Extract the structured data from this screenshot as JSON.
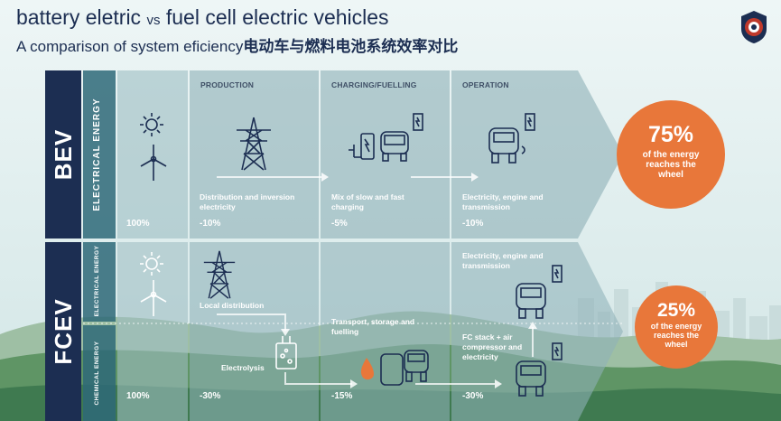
{
  "header": {
    "title_main": "battery eletric ",
    "title_vs": "vs",
    "title_rest": " fuel cell electric vehicles",
    "subtitle_en": "A comparison of system eficiency",
    "subtitle_zh": "电动车与燃料电池系统效率对比"
  },
  "columns": {
    "production": "PRODUCTION",
    "charging": "CHARGING/FUELLING",
    "operation": "OPERATION"
  },
  "bev": {
    "label": "BEV",
    "energy_label": "ELECTRICAL ENERGY",
    "start_pct": "100%",
    "production_text": "Distribution and inversion electricity",
    "production_pct": "-10%",
    "charging_text": "Mix of slow and fast charging",
    "charging_pct": "-5%",
    "operation_text": "Electricity, engine and transmission",
    "operation_pct": "-10%",
    "result_pct": "75%",
    "result_text": "of the energy reaches the wheel"
  },
  "fcev": {
    "label": "FCEV",
    "electrical_label": "ELECTRICAL ENERGY",
    "chemical_label": "CHEMICAL ENERGY",
    "start_pct": "100%",
    "local_text": "Local distribution",
    "electrolysis_text": "Electrolysis",
    "production_pct": "-30%",
    "transport_text": "Transport, storage and fuelling",
    "charging_pct": "-15%",
    "op_top_text": "Electricity, engine and transmission",
    "op_bottom_text": "FC stack + air compressor and electricity",
    "operation_pct": "-30%",
    "result_pct": "25%",
    "result_text": "of the energy reaches the wheel"
  },
  "colors": {
    "navy": "#1c2e52",
    "orange": "#e8773a",
    "panel": "#a8c3c8"
  },
  "icons": [
    "sun-icon",
    "wind-turbine-icon",
    "power-pylon-icon",
    "charger-icon",
    "battery-icon",
    "truck-icon",
    "fuel-drop-icon",
    "electrolyser-icon",
    "logo-icon"
  ]
}
